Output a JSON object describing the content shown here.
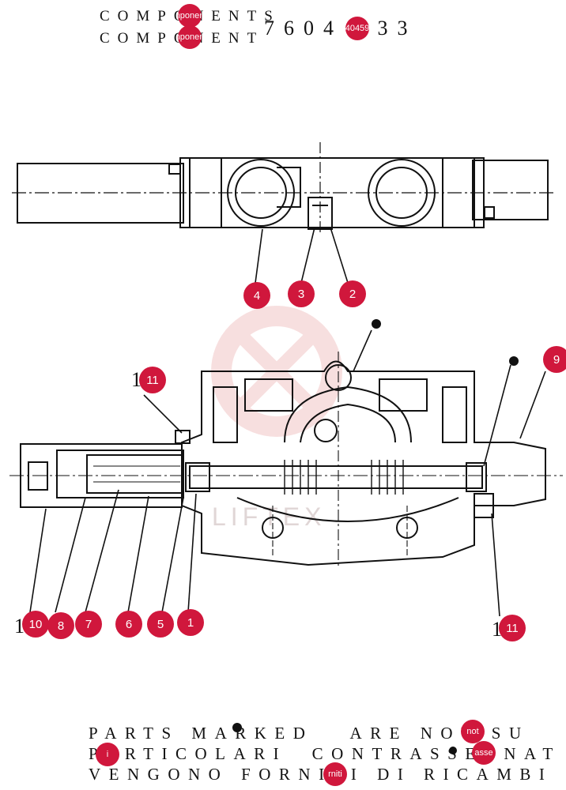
{
  "header": {
    "line1": "COMPONENTS",
    "line2": "COMPONENT",
    "part_number": "7604 933",
    "badge_line1": "nponen",
    "badge_line2": "nponen",
    "badge_number": "40459"
  },
  "callouts": {
    "c4": "4",
    "c3": "3",
    "c2": "2",
    "c11a": "11",
    "c9": "9",
    "c10": "10",
    "c8": "8",
    "c7": "7",
    "c6": "6",
    "c5": "5",
    "c1": "1",
    "c11b": "11"
  },
  "plain_marks": {
    "left_top": "1",
    "left_bottom": "1",
    "right_bottom": "1"
  },
  "footer": {
    "line1": "PARTS MARKED   ARE NOT SU",
    "line2": "PARTICOLARI  CONTRASSEGNAT",
    "line3": "VENGONO FORNITI DI RICAMBI",
    "badge_not": "not",
    "badge_i": "i",
    "badge_asse": "asse",
    "badge_rniti": "rniti"
  },
  "watermark": {
    "text": "LIFTEX"
  },
  "colors": {
    "badge": "#d0173c",
    "ink": "#111111",
    "watermark": "#f2c5c5"
  }
}
